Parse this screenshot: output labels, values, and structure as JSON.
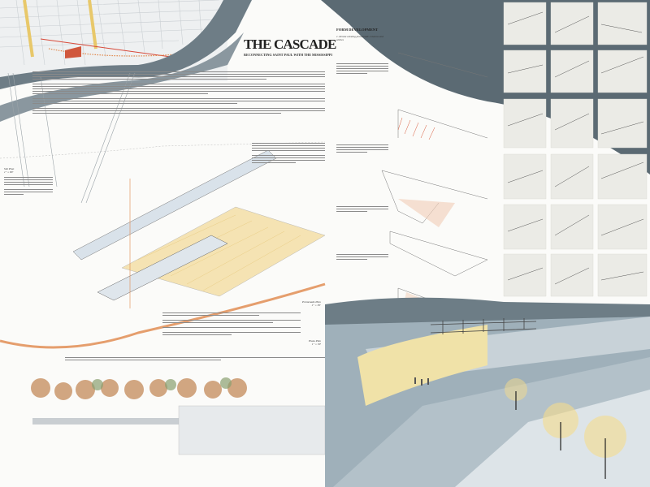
{
  "header": {
    "title": "THE CASCADE",
    "subtitle": "RECONNECTING SAINT PAUL WITH THE MISSISSIPPI"
  },
  "form_development": {
    "title": "FORM DEVELOPMENT",
    "steps": [
      "1. Iterate existing promenade columns and arches"
    ]
  },
  "captions": {
    "site_plan": "Site Plan",
    "site_plan_scale": "1\" = 80'",
    "promenade_plan": "Promenade Plan",
    "promenade_plan_scale": "1\" = 30'",
    "plaza_plan": "Plaza Plan",
    "plaza_plan_scale": "1\" = 30'"
  },
  "colors": {
    "river": "#5b6a73",
    "accent_orange": "#e0874a",
    "plan_yellow": "#f1d38a",
    "render_blue": "#8fa2ad",
    "lamp_glow": "#f5dc8c"
  }
}
